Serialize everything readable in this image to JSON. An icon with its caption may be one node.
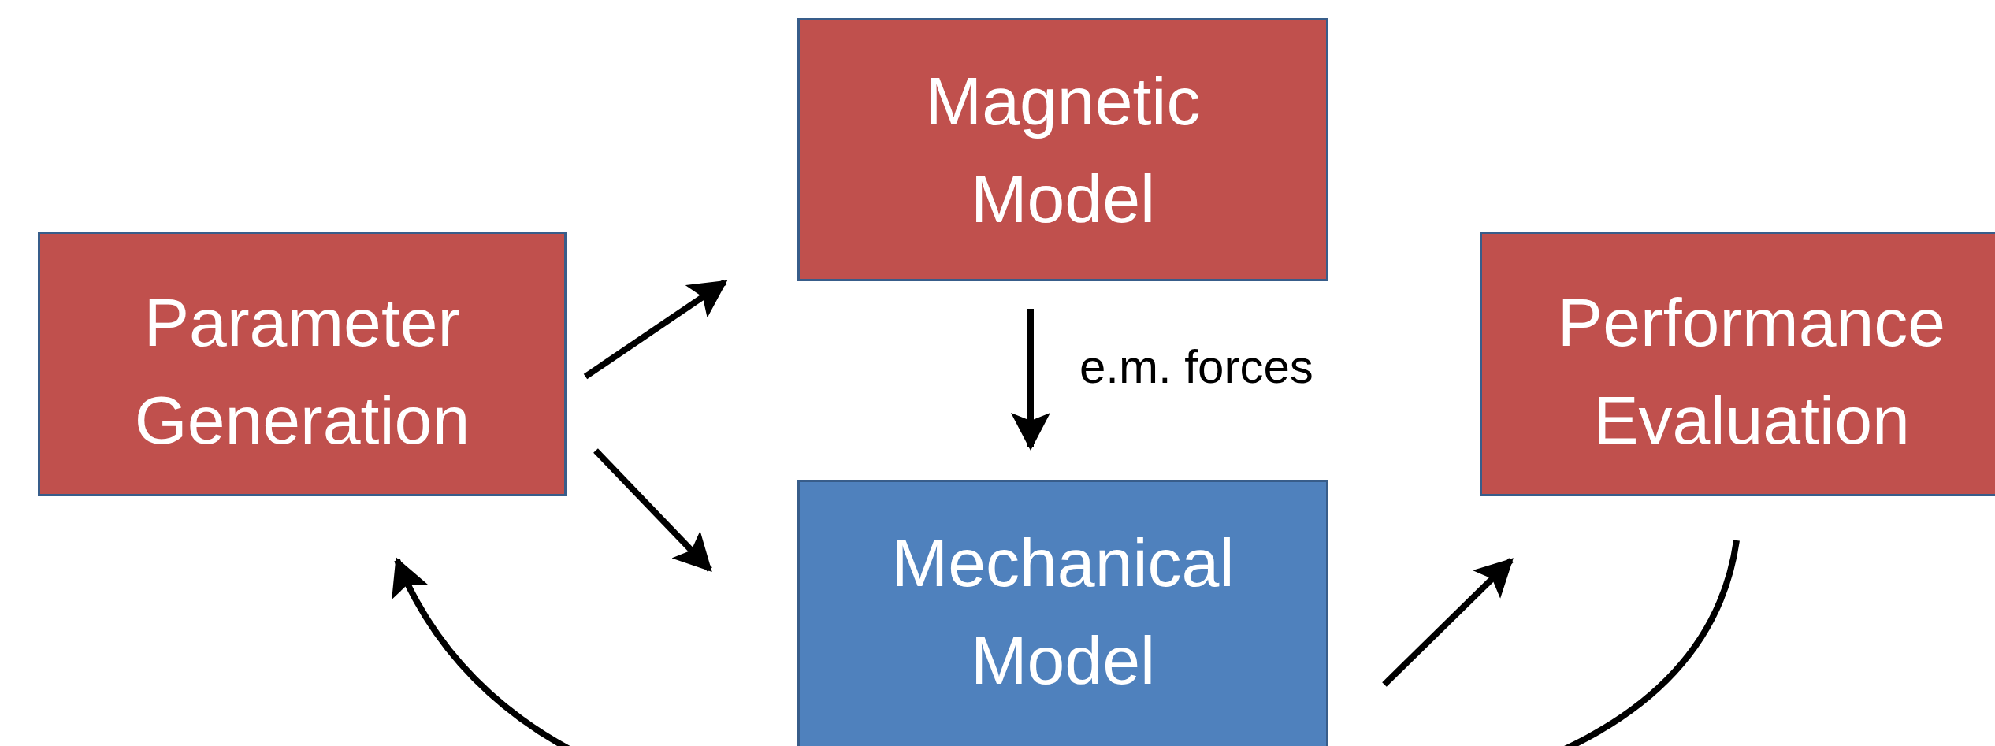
{
  "diagram": {
    "nodes": [
      {
        "text": [
          "Parameter Generation"
        ]
      },
      {
        "text": [
          "Magnetic Model"
        ]
      },
      {
        "text": [
          "Mechanical Model"
        ]
      },
      {
        "text": [
          "Performance Evaluation"
        ]
      }
    ],
    "edges": [
      {
        "from": 0,
        "to": 1,
        "arrow": "to"
      },
      {
        "from": 0,
        "to": 2,
        "arrow": "to"
      },
      {
        "from": 1,
        "to": 2,
        "arrow": "to",
        "label": "e.m. forces"
      },
      {
        "from": 2,
        "to": 3,
        "arrow": "to"
      },
      {
        "from": 3,
        "to": 0,
        "arrow": "to"
      }
    ]
  }
}
